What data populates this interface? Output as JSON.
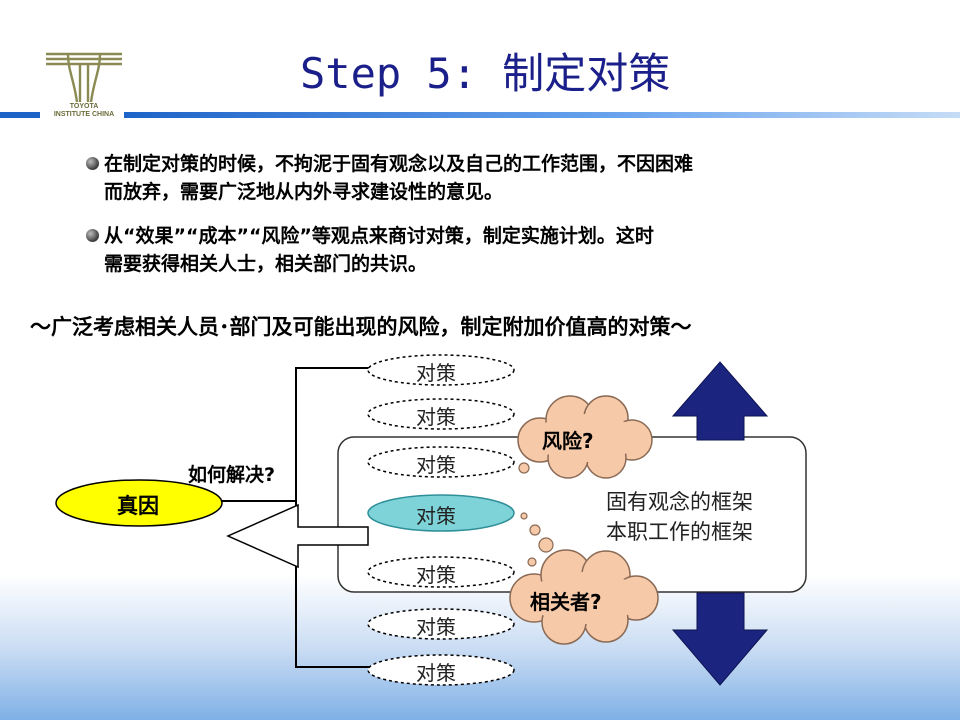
{
  "logo": {
    "line1": "TOYOTA",
    "line2": "INSTITUTE CHINA"
  },
  "title": "Step 5: 制定对策",
  "bullets": [
    {
      "line1": "在制定对策的时候，不拘泥于固有观念以及自己的工作范围，不因困难",
      "line2": "而放弃，需要广泛地从内外寻求建设性的意见。"
    },
    {
      "line1": "从“效果”“成本”“风险”等观点来商讨对策，制定实施计划。这时",
      "line2": "需要获得相关人士，相关部门的共识。"
    }
  ],
  "subtitle": "～广泛考虑相关人员･部门及可能出现的风险，制定附加价值高的对策～",
  "diagram": {
    "root_cause": "真因",
    "question": "如何解决?",
    "measure": "对策",
    "measure_count": 7,
    "cloud_risk": "风险?",
    "cloud_stakeholders": "相关者?",
    "frame_line1": "固有观念的框架",
    "frame_line2": "本职工作的框架"
  },
  "colors": {
    "title": "#1a1f8a",
    "root_cause_fill": "#ffff00",
    "cloud_fill": "#f6c9a8",
    "arrow_fill": "#1b2580",
    "selected_measure_fill": "#7ed3d8"
  }
}
